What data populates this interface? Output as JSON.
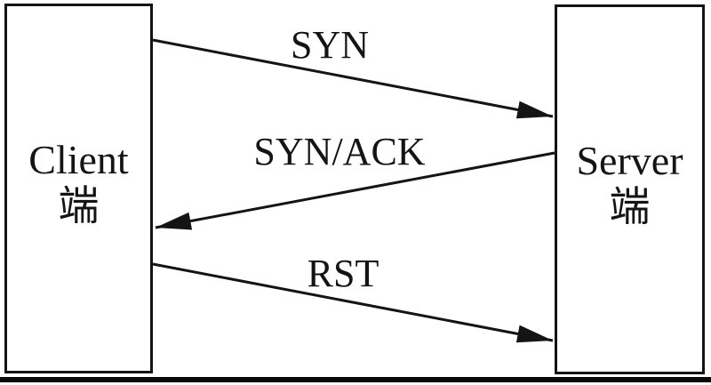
{
  "nodes": {
    "client": {
      "title": "Client",
      "subtitle": "端"
    },
    "server": {
      "title": "Server",
      "subtitle": "端"
    }
  },
  "messages": [
    {
      "label": "SYN",
      "from": "client",
      "to": "server"
    },
    {
      "label": "SYN/ACK",
      "from": "server",
      "to": "client"
    },
    {
      "label": "RST",
      "from": "client",
      "to": "server"
    }
  ],
  "colors": {
    "line": "#141414",
    "text": "#141414",
    "background": "#ffffff",
    "bottom_rule": "#0a0a0a"
  }
}
